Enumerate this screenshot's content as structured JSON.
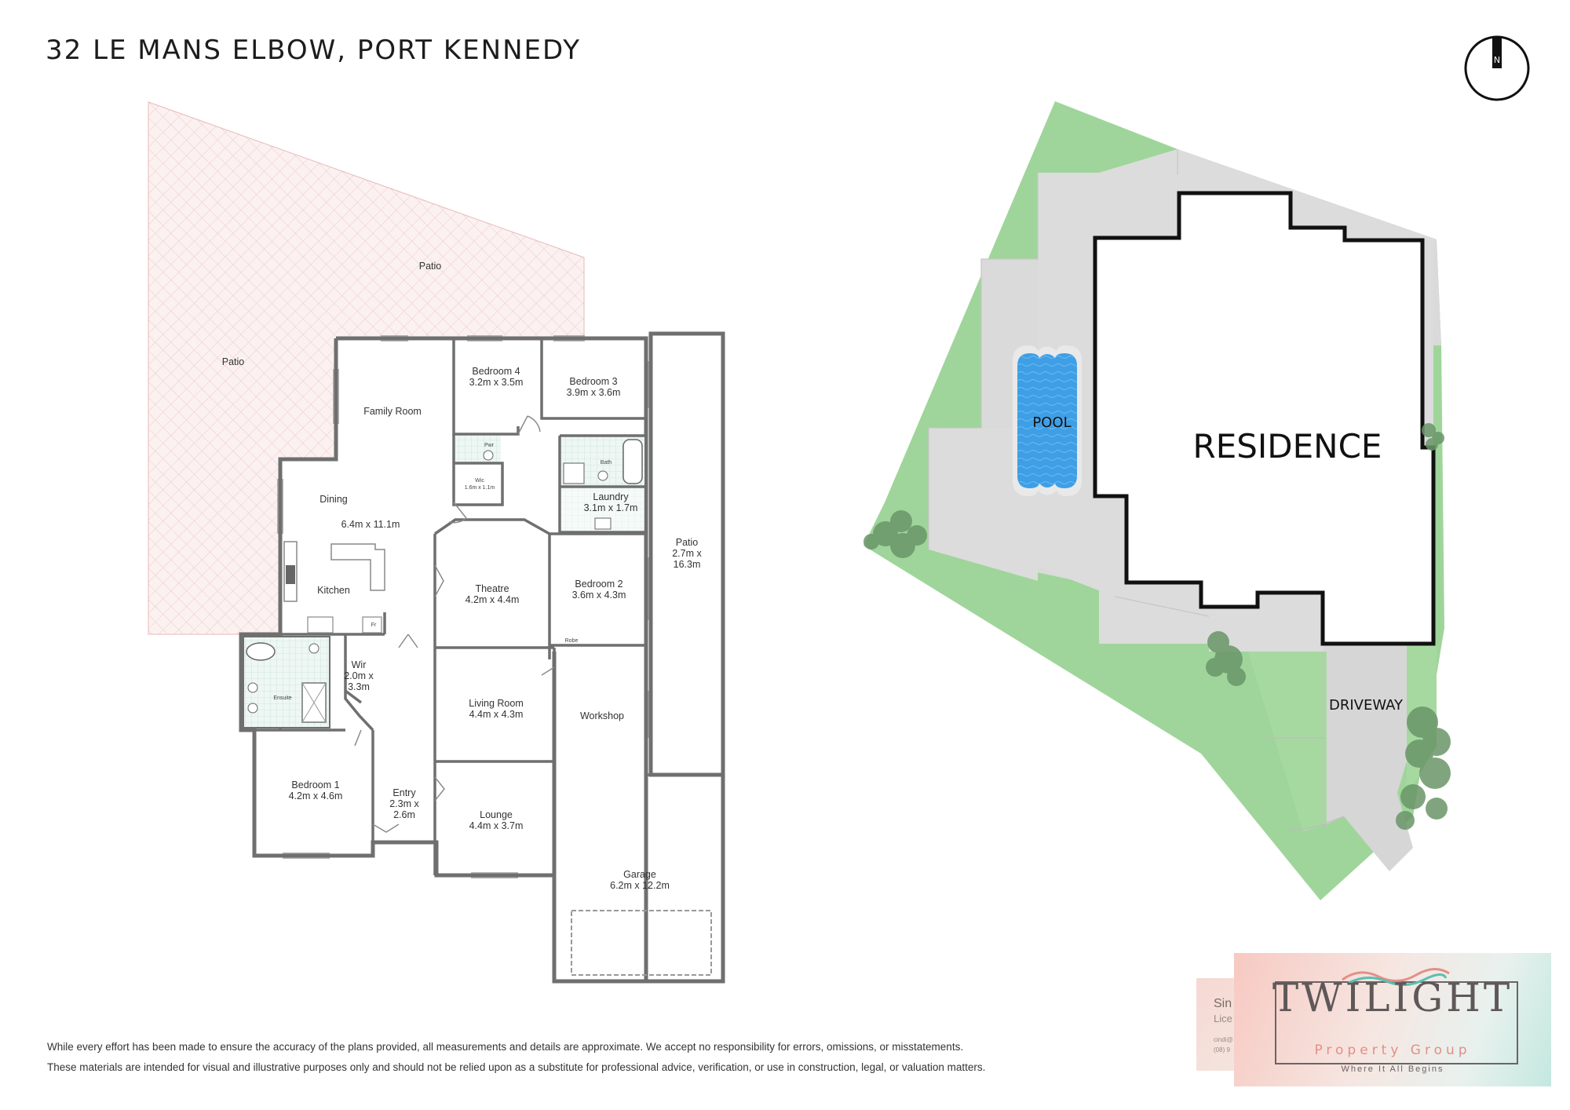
{
  "title": "32 LE MANS ELBOW, PORT KENNEDY",
  "compass": {
    "label": "N",
    "icon": "north-arrow-icon"
  },
  "floor_plan": {
    "rooms": [
      {
        "name": "Patio",
        "dims": ""
      },
      {
        "name": "Patio",
        "dims": ""
      },
      {
        "name": "Family Room",
        "dims": ""
      },
      {
        "name": "Bedroom 4",
        "dims": "3.2m x 3.5m"
      },
      {
        "name": "Bedroom 3",
        "dims": "3.9m x 3.6m"
      },
      {
        "name": "Dining",
        "dims": ""
      },
      {
        "name": "",
        "dims": "6.4m x 11.1m"
      },
      {
        "name": "Kitchen",
        "dims": ""
      },
      {
        "name": "Laundry",
        "dims": "3.1m x 1.7m"
      },
      {
        "name": "Theatre",
        "dims": "4.2m x 4.4m"
      },
      {
        "name": "Bedroom 2",
        "dims": "3.6m x 4.3m"
      },
      {
        "name": "Patio",
        "dims": "2.7m x 16.3m"
      },
      {
        "name": "Wir",
        "dims": "2.0m x 3.3m"
      },
      {
        "name": "Living Room",
        "dims": "4.4m x 4.3m"
      },
      {
        "name": "Workshop",
        "dims": ""
      },
      {
        "name": "Bedroom 1",
        "dims": "4.2m x 4.6m"
      },
      {
        "name": "Entry",
        "dims": "2.3m x 2.6m"
      },
      {
        "name": "Lounge",
        "dims": "4.4m x 3.7m"
      },
      {
        "name": "Garage",
        "dims": "6.2m x 12.2m"
      }
    ],
    "small_labels": {
      "pwr": "Pwr",
      "bath": "Bath",
      "wic": "Wic",
      "wic_dims": "1.6m x 1.1m",
      "robe": "Robe",
      "ensuite": "Ensuite",
      "fr": "Fr"
    }
  },
  "site_plan": {
    "residence": "RESIDENCE",
    "pool": "POOL",
    "driveway": "DRIVEWAY"
  },
  "disclaimer": [
    "While every effort has been made to ensure the accuracy of the plans provided, all measurements and details are approximate. We accept no responsibility for errors, omissions, or misstatements.",
    "These materials are intended for visual and illustrative purposes only and should not be relied upon as a substitute for professional advice, verification, or use in construction, legal, or valuation matters."
  ],
  "agent_card": {
    "name_partial": "Sin",
    "role_partial": "Lice",
    "contact_partial_1": "cindi@",
    "contact_partial_2": "(08) 9"
  },
  "logo": {
    "main": "TWILIGHT",
    "sub": "Property Group",
    "tagline": "Where It All Begins"
  },
  "colors": {
    "wall": "#6f6f6f",
    "patio_pattern": "#f0c9c9",
    "lawn": "#9fd59a",
    "paving": "#dcdcdc",
    "pool": "#4aa6e8",
    "outline": "#111111",
    "logo_coral": "#e38f86"
  }
}
